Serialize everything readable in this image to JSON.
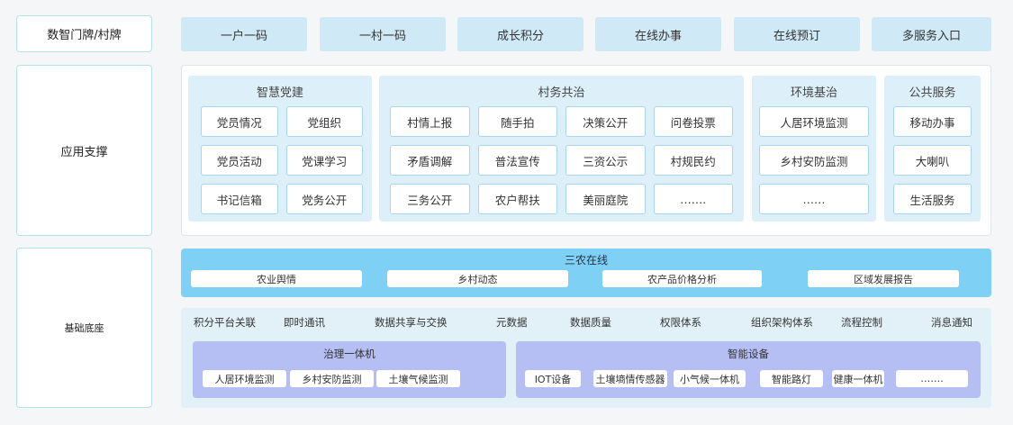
{
  "left_labels": [
    "数智门牌/村牌",
    "应用支撑",
    "基础底座"
  ],
  "top_buttons": [
    "一户一码",
    "一村一码",
    "成长积分",
    "在线办事",
    "在线预订",
    "多服务入口"
  ],
  "groups": [
    {
      "title": "智慧党建",
      "items": [
        "党员情况",
        "党组织",
        "党员活动",
        "党课学习",
        "书记信箱",
        "党务公开"
      ]
    },
    {
      "title": "村务共治",
      "items": [
        "村情上报",
        "随手拍",
        "决策公开",
        "问卷投票",
        "矛盾调解",
        "普法宣传",
        "三资公示",
        "村规民约",
        "三务公开",
        "农户帮扶",
        "美丽庭院",
        "……."
      ]
    },
    {
      "title": "环境基治",
      "items": [
        "人居环境监测",
        "乡村安防监测",
        "……"
      ]
    },
    {
      "title": "公共服务",
      "items": [
        "移动办事",
        "大喇叭",
        "生活服务"
      ]
    }
  ],
  "sannong": {
    "title": "三农在线",
    "items": [
      "农业舆情",
      "乡村动态",
      "农产品价格分析",
      "区域发展报告"
    ]
  },
  "base": {
    "capabilities": [
      "积分平台关联",
      "即时通讯",
      "数据共享与交换",
      "元数据",
      "数据质量",
      "权限体系",
      "组织架构体系",
      "流程控制",
      "消息通知"
    ],
    "governance": {
      "title": "治理一体机",
      "items": [
        "人居环境监测",
        "乡村安防监测",
        "土壤气候监测"
      ]
    },
    "devices": {
      "title": "智能设备",
      "items": [
        "IOT设备",
        "土壤墒情传感器",
        "小气候一体机",
        "智能路灯",
        "健康一体机",
        "……."
      ]
    }
  }
}
